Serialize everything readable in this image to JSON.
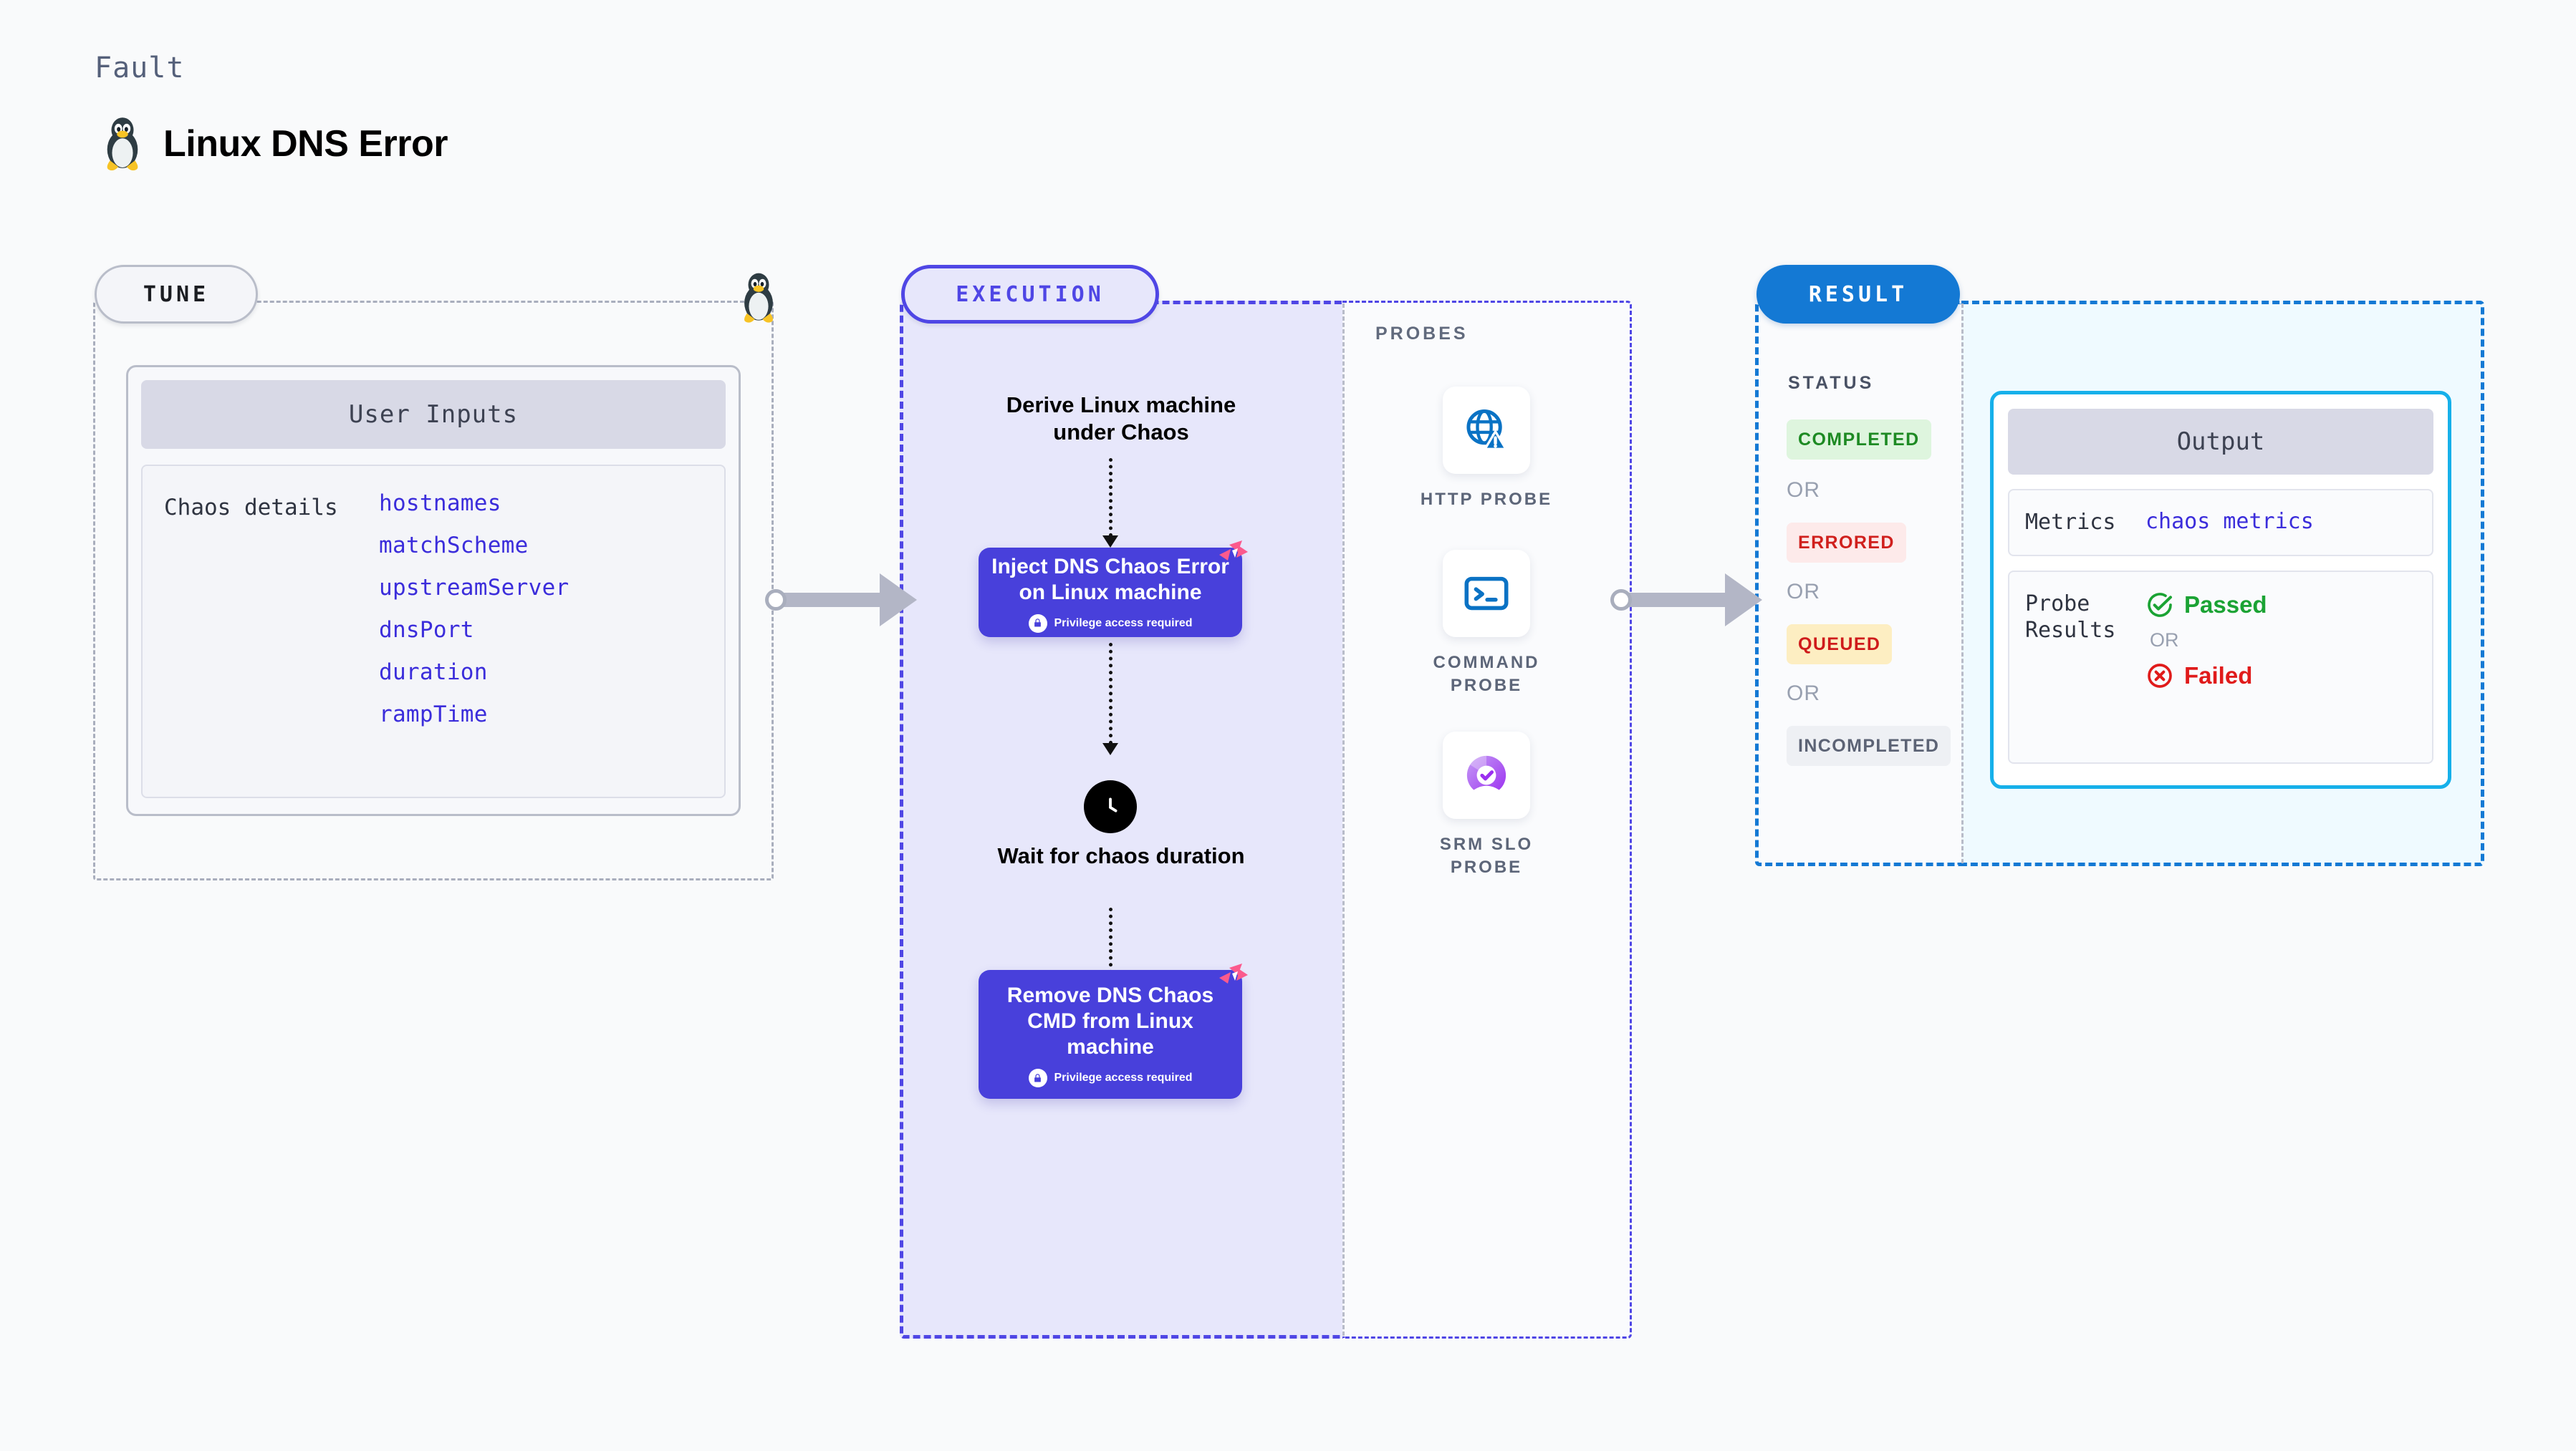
{
  "header": {
    "eyebrow": "Fault",
    "title": "Linux DNS Error",
    "icon": "linux-penguin-icon"
  },
  "stages": {
    "tune": "TUNE",
    "execution": "EXECUTION",
    "result": "RESULT"
  },
  "tune": {
    "card_title": "User Inputs",
    "group_label": "Chaos details",
    "inputs": [
      "hostnames",
      "matchScheme",
      "upstreamServer",
      "dnsPort",
      "duration",
      "rampTime"
    ]
  },
  "execution": {
    "steps": [
      {
        "type": "text",
        "label": "Derive Linux machine under Chaos"
      },
      {
        "type": "node",
        "label": "Inject DNS Chaos Error on Linux machine",
        "note": "Privilege access required",
        "icon": "lock-icon",
        "badge": "chaos-mark-icon"
      },
      {
        "type": "wait",
        "label": "Wait for chaos duration",
        "icon": "clock-icon"
      },
      {
        "type": "node",
        "label": "Remove DNS Chaos CMD from Linux machine",
        "note": "Privilege access required",
        "icon": "lock-icon",
        "badge": "chaos-mark-icon"
      }
    ]
  },
  "probes": {
    "title": "PROBES",
    "items": [
      {
        "label": "HTTP PROBE",
        "icon": "globe-warning-icon"
      },
      {
        "label": "COMMAND PROBE",
        "icon": "terminal-icon"
      },
      {
        "label": "SRM SLO PROBE",
        "icon": "slo-donut-check-icon"
      }
    ]
  },
  "result": {
    "status_title": "STATUS",
    "or_label": "OR",
    "statuses": [
      {
        "label": "COMPLETED",
        "color": "#1d8a23",
        "bg": "#def5de"
      },
      {
        "label": "ERRORED",
        "color": "#d0201d",
        "bg": "#fdeaea"
      },
      {
        "label": "QUEUED",
        "color": "#cf1b1b",
        "bg": "#fdeec2"
      },
      {
        "label": "INCOMPLETED",
        "color": "#5c6375",
        "bg": "#eef0f4"
      }
    ],
    "output": {
      "title": "Output",
      "metrics_key": "Metrics",
      "metrics_value": "chaos metrics",
      "probe_key": "Probe Results",
      "passed": "Passed",
      "or_label": "OR",
      "failed": "Failed"
    }
  },
  "colors": {
    "indigo": "#4f46e5",
    "node_blue": "#4840db",
    "result_blue": "#1479d4",
    "cyan": "#16b0ea",
    "mono_blue": "#3b2ddb",
    "pink": "#fb5a8d"
  }
}
